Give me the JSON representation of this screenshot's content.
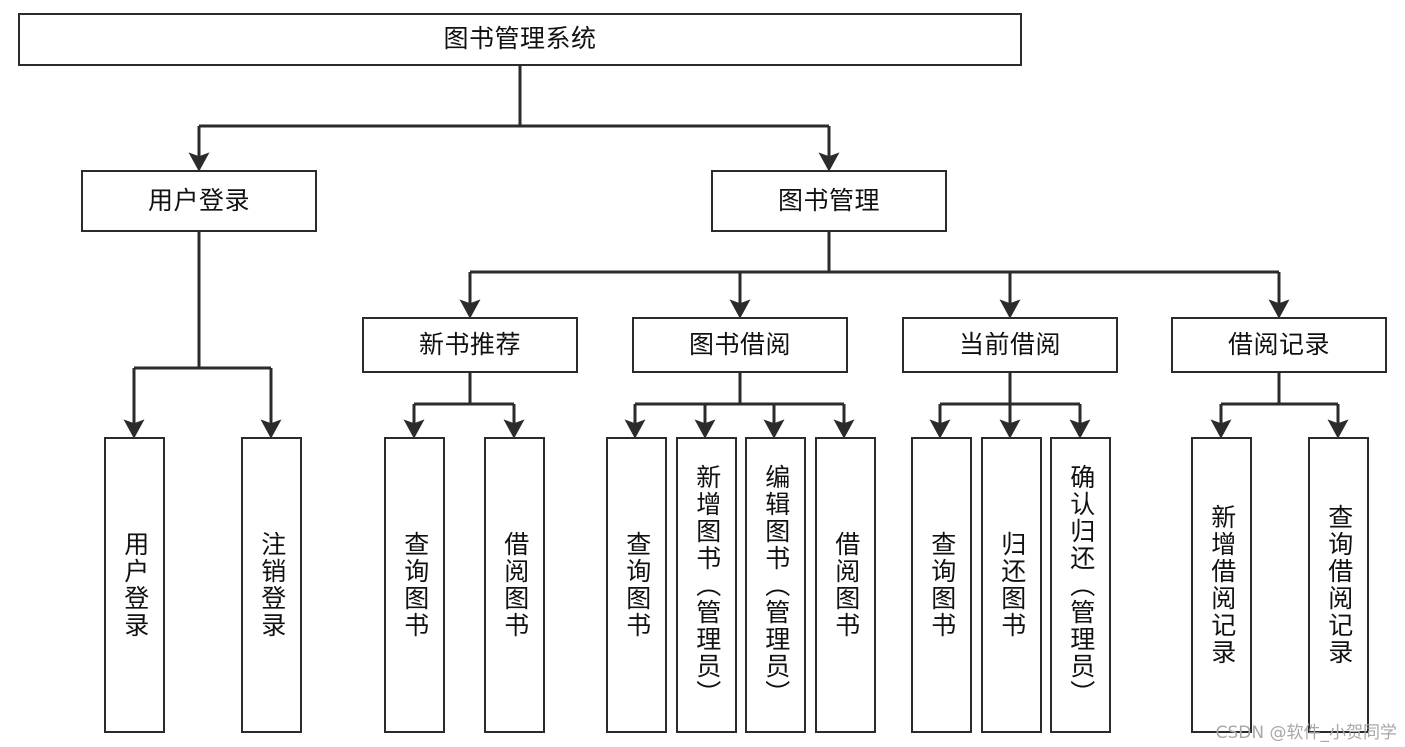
{
  "diagram": {
    "type": "tree",
    "title": "图书管理系统",
    "root": {
      "label": "图书管理系统"
    },
    "level2": [
      {
        "label": "用户登录"
      },
      {
        "label": "图书管理"
      }
    ],
    "level3": [
      {
        "label": "新书推荐"
      },
      {
        "label": "图书借阅"
      },
      {
        "label": "当前借阅"
      },
      {
        "label": "借阅记录"
      }
    ],
    "leaves": {
      "user_login": [
        {
          "label": "用户登录"
        },
        {
          "label": "注销登录"
        }
      ],
      "new_book_recommend": [
        {
          "label": "查询图书"
        },
        {
          "label": "借阅图书"
        }
      ],
      "book_borrow": [
        {
          "label": "查询图书"
        },
        {
          "label": "新增图书（管理员）"
        },
        {
          "label": "编辑图书（管理员）"
        },
        {
          "label": "借阅图书"
        }
      ],
      "current_borrow": [
        {
          "label": "查询图书"
        },
        {
          "label": "归还图书"
        },
        {
          "label": "确认归还（管理员）"
        }
      ],
      "borrow_records": [
        {
          "label": "新增借阅记录"
        },
        {
          "label": "查询借阅记录"
        }
      ]
    }
  },
  "watermark": {
    "text": "CSDN @软件_小贺同学"
  },
  "colors": {
    "box_border": "#2b2b2b",
    "box_fill": "#ffffff",
    "edge": "#2b2b2b",
    "text": "#111111",
    "watermark": "#a8a8a8"
  }
}
